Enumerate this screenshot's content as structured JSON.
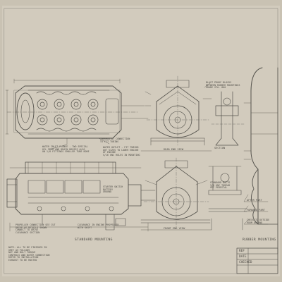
{
  "notes": {
    "upper_left_1": [
      "THERMOSTAT CONNECTION",
      "TO FIT TUBING"
    ],
    "upper_left_2": [
      "WATER INLET FLANGE - TWO SPECIAL",
      "OIL FEED AND DRAIN BOSSES ALSO",
      "ON 1/8 FITTINGS SMALLER TUBE BORE"
    ],
    "upper_mid": [
      "WATER OUTLET - FIT TUBING",
      "OUT SIZES TO LOWER ENGINE",
      "OF ENGINE",
      "5/16 UNC HOLES IN MOUNTING"
    ],
    "upper_right": [
      "BLAST PROOF BLOCKS",
      "BETWEEN RUBBER MOUNTINGS",
      "GRADE STA. 800"
    ],
    "lower_mid": [
      "STARTER SWITCH",
      "BATTERY",
      "GROUND"
    ],
    "lower_left": [
      "PROPELLER CONNECTION SEE CUT",
      "DRIVE AS DETAILS SHOWN",
      "CONNECT TO DRIVE",
      "CLEARANCE SECTION"
    ],
    "lower_center": [
      "CLEARANCE IN ENGINE PROPELLER",
      "WITH SHIFT"
    ],
    "right_lower": [
      "STANDARD BOLTS",
      "3/8 UNC THREAD",
      "SET PEDESTAL"
    ],
    "bottom_left": [
      "NOTE: ALL TO BE FINISHED IN",
      "GREY AS FOLLOWS",
      "NUT AND BOLT TORQUE",
      "CONTROLS AND WATER CONNECTION",
      "REFER TO INSTALLATION",
      "EXHAUST TO BE ROUTED"
    ]
  },
  "labels": {
    "rear_end_view": "REAR END VIEW",
    "front_end_view": "FRONT END VIEW",
    "standard_mounting": "STANDARD MOUNTING",
    "rubber_mounting": "RUBBER MOUNTING",
    "section": "SECTION",
    "after_part": "AFTER PART",
    "forward_part": "FORWARD PART",
    "check_to_outside": [
      "CHECK TO OUTSIDE",
      "ROOM AROUND"
    ]
  },
  "title_block": {
    "row1": "REF",
    "row2": "DATE",
    "row3": "CHECKED"
  },
  "colors": {
    "paper": "#d2cbbd",
    "margin": "#c9c2b3",
    "ink": "#55534d",
    "background": "#2e2b26"
  }
}
